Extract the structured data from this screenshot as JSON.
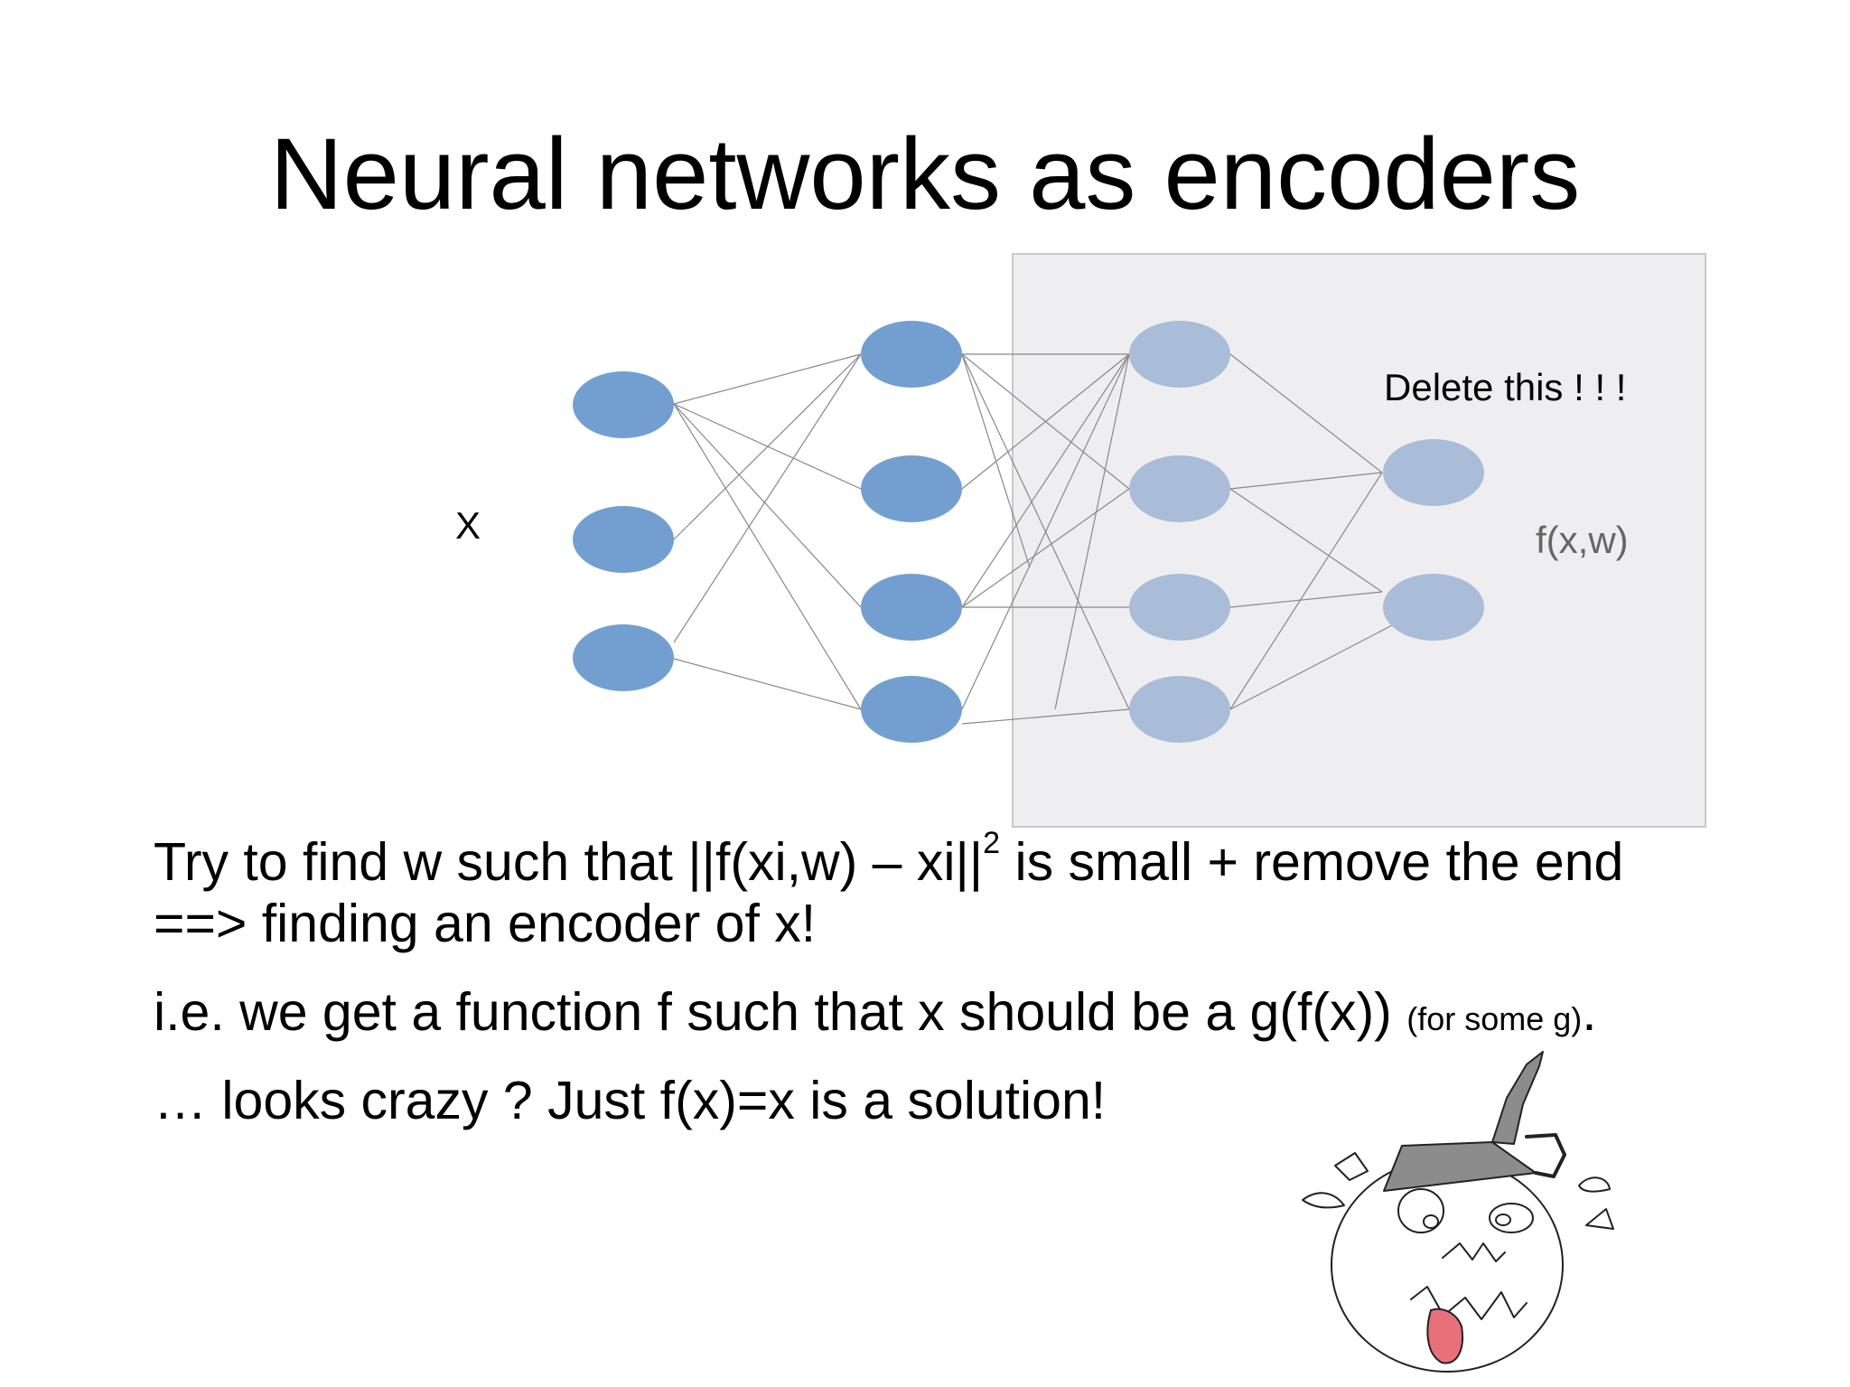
{
  "slide": {
    "title": "Neural networks as encoders",
    "input_label": "X",
    "delete_label": "Delete this ! ! !",
    "output_label": "f(x,w)",
    "line1_a": "Try to find w such that ||f(xi,w) – xi||",
    "line1_sup": "2",
    "line1_b": " is small + remove the end",
    "line2": "==> finding an encoder of x!",
    "line3_main": "i.e. we get a function f such that x should be a g(f(x)) ",
    "line3_small": "(for some g)",
    "line3_end": ".",
    "line4": "… looks crazy ? Just f(x)=x is a solution!"
  },
  "colors": {
    "node_active": "#729fcf",
    "node_faded": "#a9bcd8",
    "delete_box_fill": "#eeeef0",
    "delete_box_border": "#c8c8cc",
    "edge": "#888888",
    "tongue": "#e8707a",
    "funnel": "#8c8c8c"
  },
  "icons": {
    "cartoon": "funnel-hat-face-illustration"
  }
}
